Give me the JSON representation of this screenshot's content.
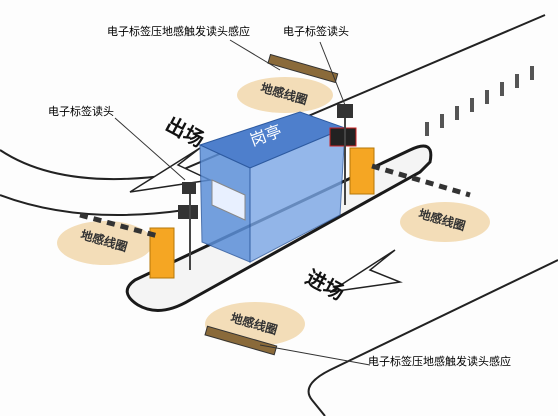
{
  "labels": {
    "sensor_top": "电子标签压地感触发读头感应",
    "reader_top": "电子标签读头",
    "reader_left": "电子标签读头",
    "sensor_bottom": "电子标签压地感触发读头感应",
    "loop": "地感线圈",
    "exit": "出场",
    "entry": "进场",
    "booth": "岗亭"
  },
  "colors": {
    "booth_glass": "#5b8fd8",
    "booth_roof": "#4e7fcc",
    "gate_post": "#f5a623",
    "loop_pad": "#f3ddb8",
    "ground_line": "#1a1a1a"
  }
}
